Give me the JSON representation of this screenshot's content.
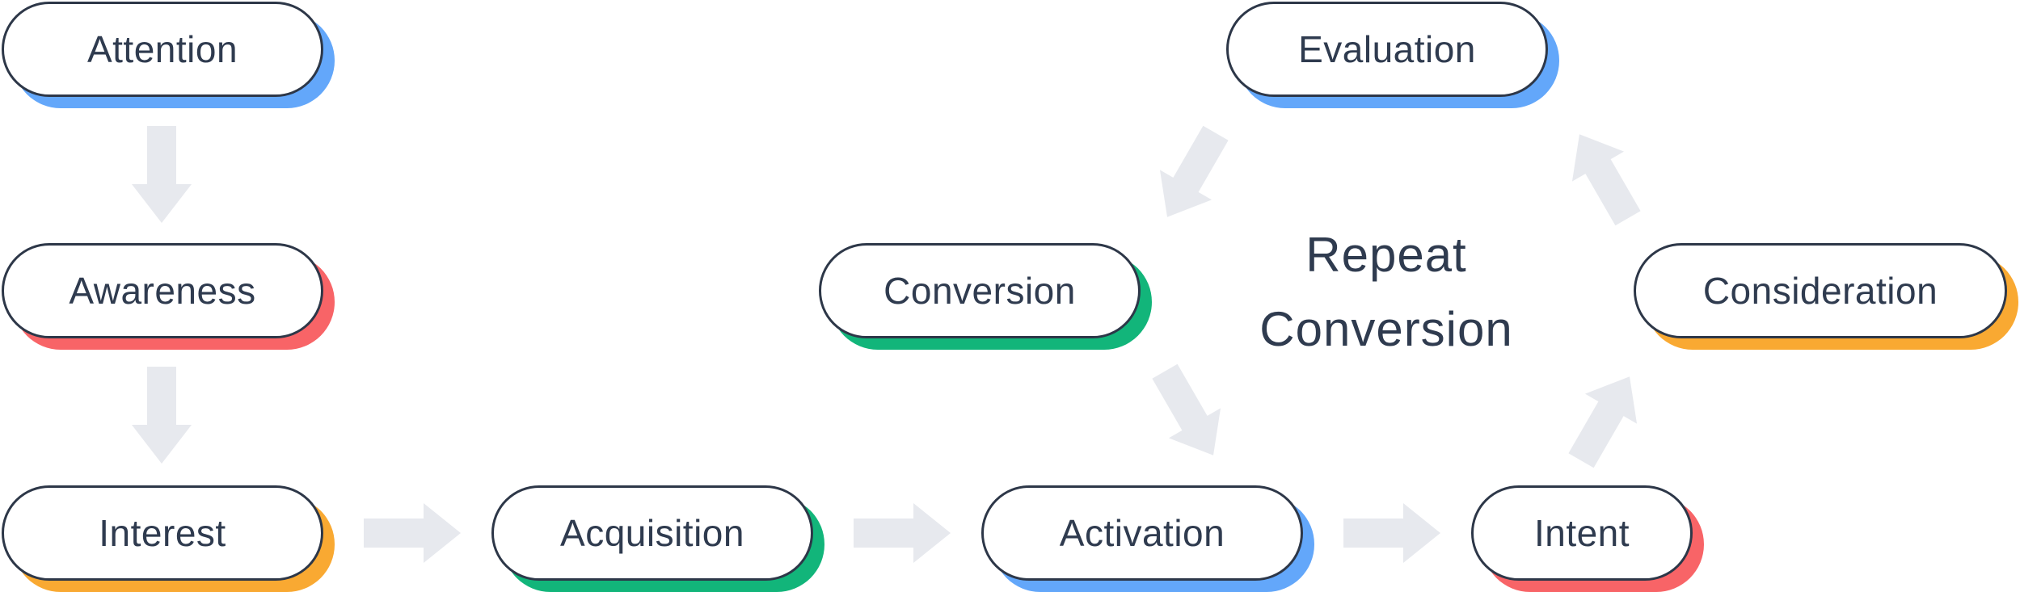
{
  "diagram": {
    "center_label_line1": "Repeat",
    "center_label_line2": "Conversion",
    "colors": {
      "blue": "#63a7fa",
      "red": "#f86467",
      "orange": "#f9a932",
      "green": "#12b57a",
      "arrow": "#e7e9ee"
    },
    "nodes": [
      {
        "id": "attention",
        "label": "Attention",
        "color": "blue"
      },
      {
        "id": "awareness",
        "label": "Awareness",
        "color": "red"
      },
      {
        "id": "interest",
        "label": "Interest",
        "color": "orange"
      },
      {
        "id": "acquisition",
        "label": "Acquisition",
        "color": "green"
      },
      {
        "id": "activation",
        "label": "Activation",
        "color": "blue"
      },
      {
        "id": "intent",
        "label": "Intent",
        "color": "red"
      },
      {
        "id": "consideration",
        "label": "Consideration",
        "color": "orange"
      },
      {
        "id": "evaluation",
        "label": "Evaluation",
        "color": "blue"
      },
      {
        "id": "conversion",
        "label": "Conversion",
        "color": "green"
      }
    ],
    "edges": [
      {
        "from": "attention",
        "to": "awareness"
      },
      {
        "from": "awareness",
        "to": "interest"
      },
      {
        "from": "interest",
        "to": "acquisition"
      },
      {
        "from": "acquisition",
        "to": "activation"
      },
      {
        "from": "activation",
        "to": "intent"
      },
      {
        "from": "intent",
        "to": "consideration"
      },
      {
        "from": "consideration",
        "to": "evaluation"
      },
      {
        "from": "evaluation",
        "to": "conversion"
      },
      {
        "from": "conversion",
        "to": "activation"
      }
    ]
  }
}
